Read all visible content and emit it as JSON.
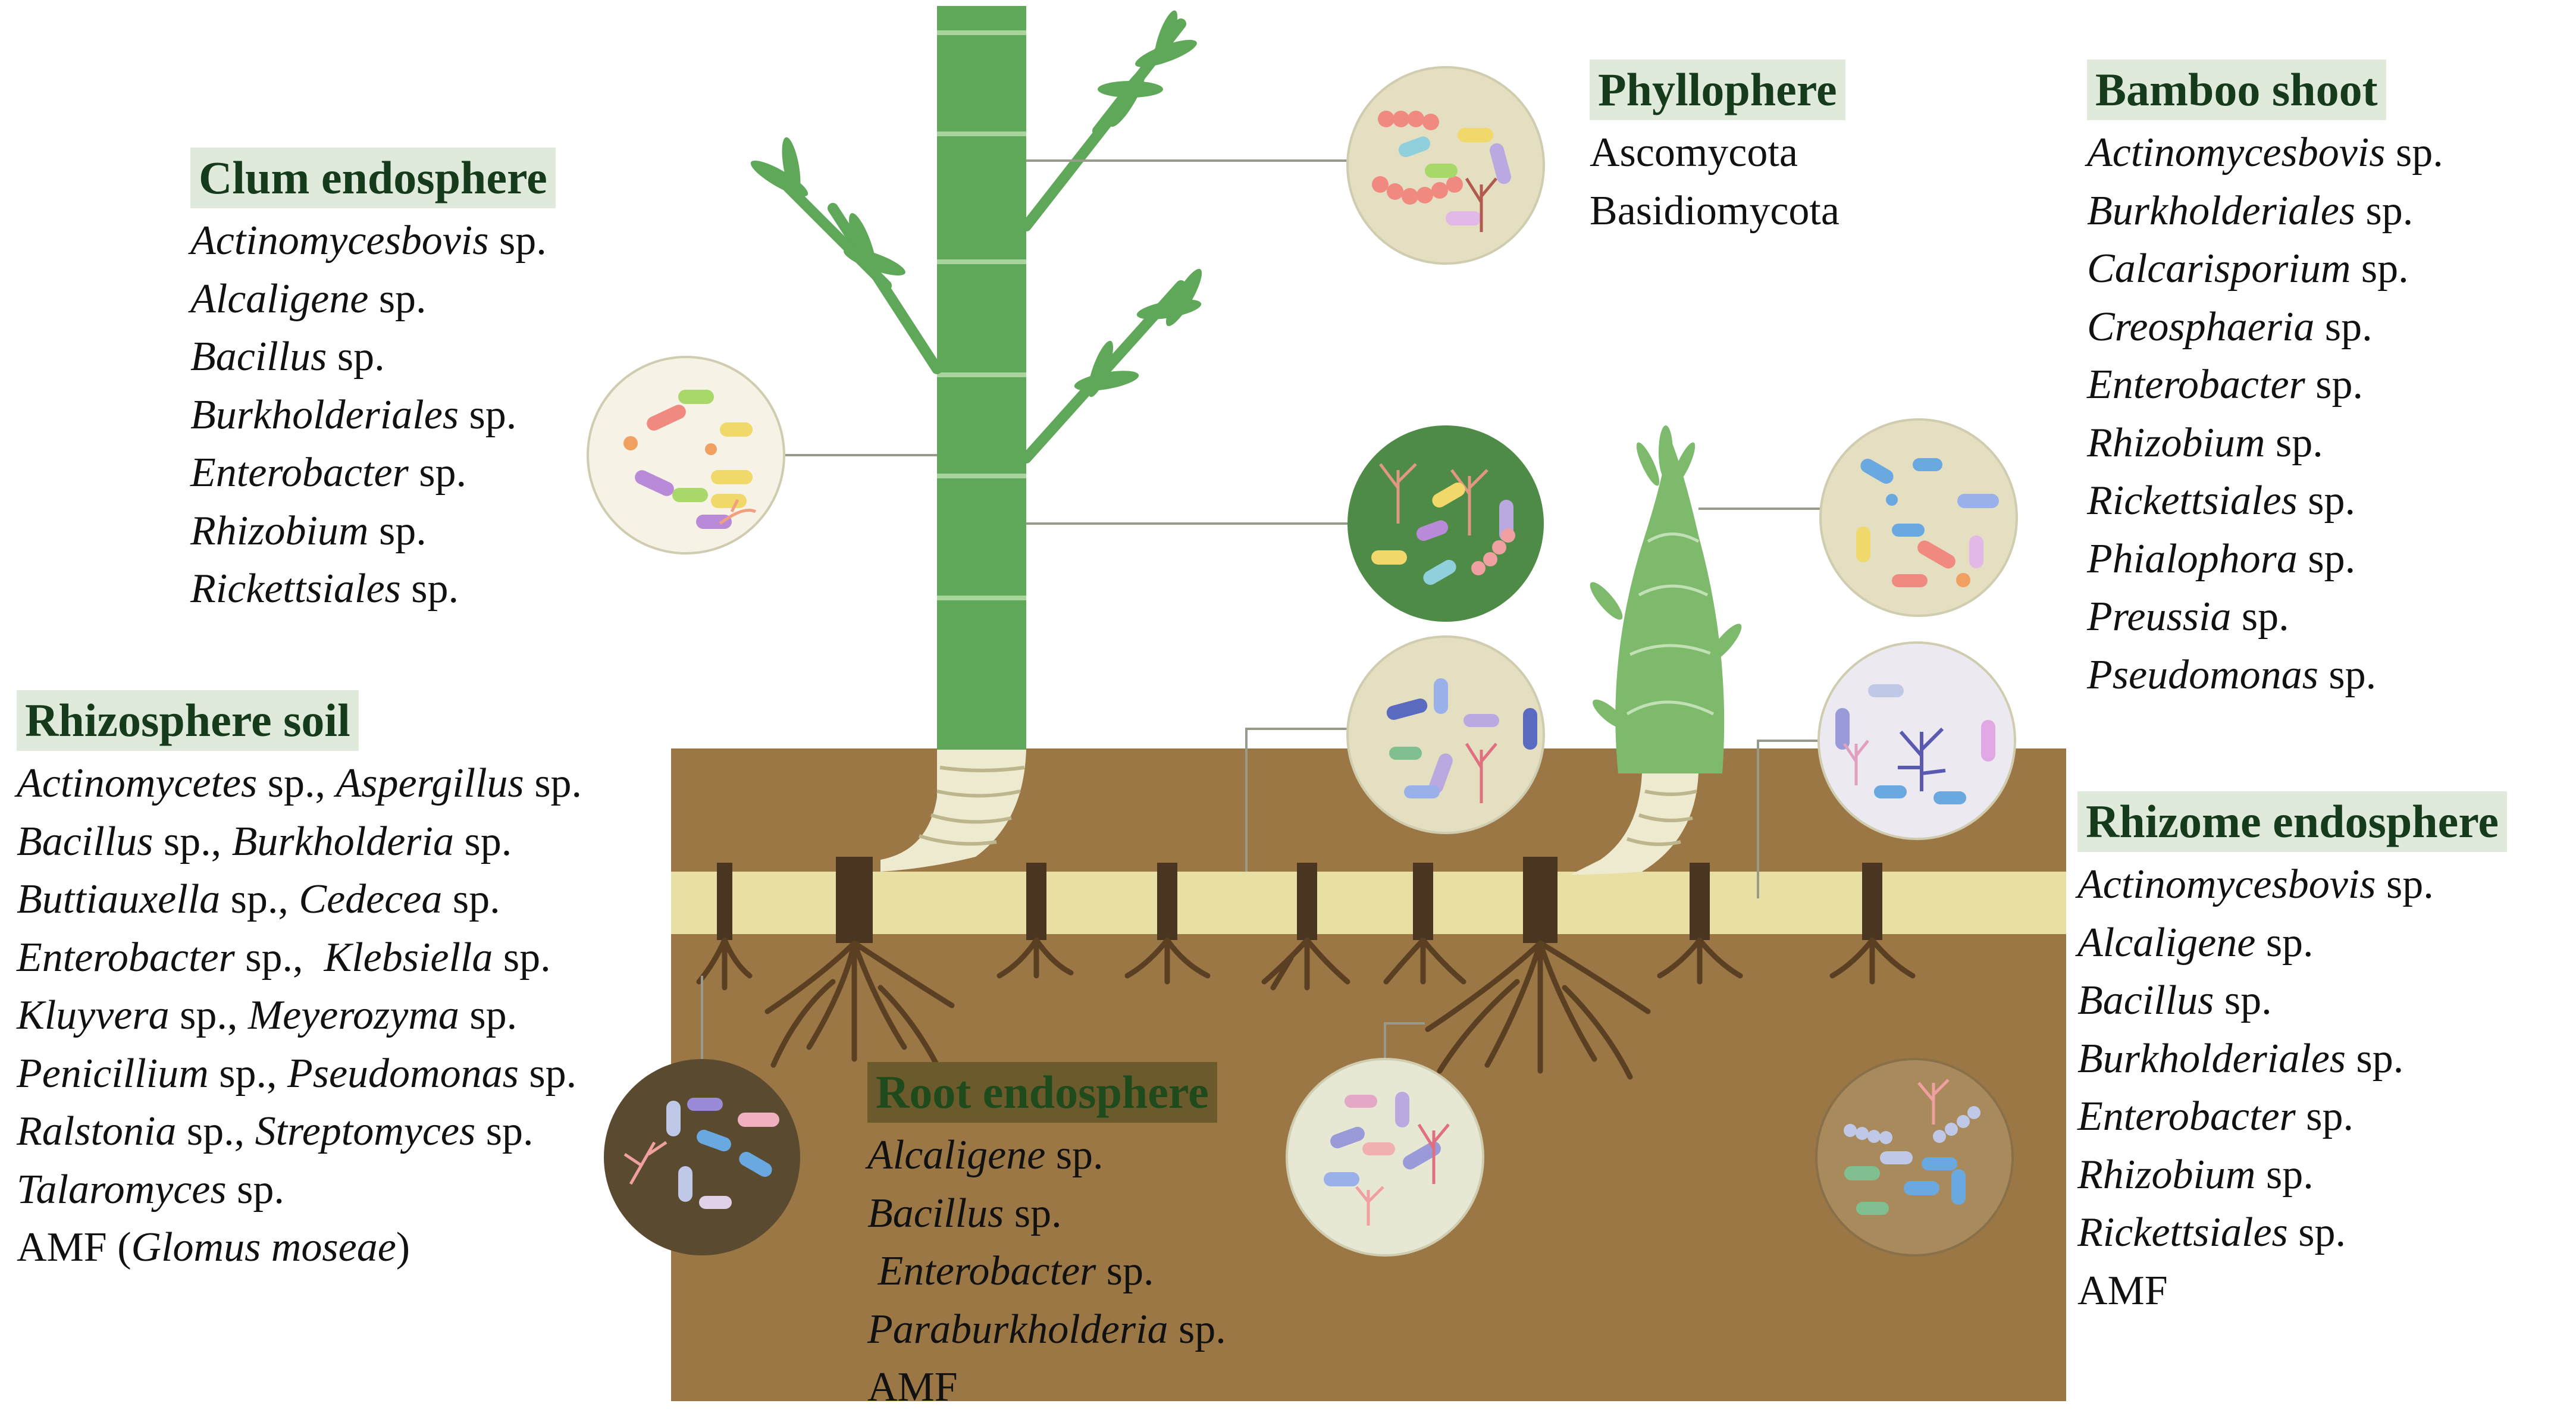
{
  "colors": {
    "soil": "#9a7745",
    "rhizome_band": "#e8dfa4",
    "culm": "#5fa85a",
    "leaf": "#5fa85a",
    "root": "#5a3f22",
    "heading_bg": "#dfeadb",
    "heading_bg_root": "#6b5a2c"
  },
  "groups": [
    {
      "id": "clum-endosphere",
      "title": "Clum endosphere",
      "items": [
        {
          "italic": "Actinomycesbovis",
          "suffix": " sp."
        },
        {
          "italic": "Alcaligene",
          "suffix": " sp."
        },
        {
          "italic": "Bacillus",
          "suffix": " sp."
        },
        {
          "italic": "Burkholderiales",
          "suffix": " sp."
        },
        {
          "italic": "Enterobacter",
          "suffix": " sp."
        },
        {
          "italic": "Rhizobium",
          "suffix": " sp."
        },
        {
          "italic": "Rickettsiales",
          "suffix": " sp."
        }
      ]
    },
    {
      "id": "phyllophere",
      "title": "Phyllophere",
      "items": [
        {
          "plain": "Ascomycota"
        },
        {
          "plain": "Basidiomycota"
        }
      ]
    },
    {
      "id": "bamboo-shoot",
      "title": "Bamboo shoot",
      "items": [
        {
          "italic": "Actinomycesbovis",
          "suffix": " sp."
        },
        {
          "italic": "Burkholderiales",
          "suffix": " sp."
        },
        {
          "italic": "Calcarisporium",
          "suffix": " sp."
        },
        {
          "italic": "Creosphaeria",
          "suffix": " sp."
        },
        {
          "italic": "Enterobacter",
          "suffix": " sp."
        },
        {
          "italic": "Rhizobium",
          "suffix": " sp."
        },
        {
          "italic": "Rickettsiales",
          "suffix": " sp."
        },
        {
          "italic": "Phialophora",
          "suffix": " sp."
        },
        {
          "italic": "Preussia",
          "suffix": " sp."
        },
        {
          "italic": "Pseudomonas",
          "suffix": " sp."
        }
      ]
    },
    {
      "id": "rhizosphere-soil",
      "title": "Rhizosphere soil",
      "items": [
        {
          "italic": "Actinomycetes",
          "suffix": " sp., ",
          "italic2": "Aspergillus",
          "suffix2": " sp."
        },
        {
          "italic": "Bacillus",
          "suffix": " sp., ",
          "italic2": "Burkholderia",
          "suffix2": " sp."
        },
        {
          "italic": "Buttiauxella",
          "suffix": " sp., ",
          "italic2": "Cedecea",
          "suffix2": " sp."
        },
        {
          "italic": "Enterobacter",
          "suffix": " sp.,  ",
          "italic2": "Klebsiella",
          "suffix2": " sp."
        },
        {
          "italic": "Kluyvera",
          "suffix": " sp., ",
          "italic2": "Meyerozyma",
          "suffix2": " sp."
        },
        {
          "italic": "Penicillium",
          "suffix": " sp., ",
          "italic2": "Pseudomonas",
          "suffix2": " sp."
        },
        {
          "italic": "Ralstonia",
          "suffix": " sp., ",
          "italic2": "Streptomyces",
          "suffix2": " sp."
        },
        {
          "italic": "Talaromyces",
          "suffix": " sp."
        },
        {
          "prefix": "AMF (",
          "italic": "Glomus moseae",
          "suffix": ")"
        }
      ]
    },
    {
      "id": "root-endosphere",
      "title": "Root endosphere",
      "items": [
        {
          "italic": "Alcaligene",
          "suffix": " sp."
        },
        {
          "italic": "Bacillus",
          "suffix": " sp."
        },
        {
          "prefix": " ",
          "italic": "Enterobacter",
          "suffix": " sp."
        },
        {
          "italic": "Paraburkholderia",
          "suffix": " sp."
        },
        {
          "plain": "AMF"
        }
      ]
    },
    {
      "id": "rhizome-endosphere",
      "title": "Rhizome endosphere",
      "items": [
        {
          "italic": "Actinomycesbovis",
          "suffix": " sp."
        },
        {
          "italic": "Alcaligene",
          "suffix": " sp."
        },
        {
          "italic": "Bacillus",
          "suffix": " sp."
        },
        {
          "italic": "Burkholderiales",
          "suffix": " sp."
        },
        {
          "italic": "Enterobacter",
          "suffix": " sp."
        },
        {
          "italic": "Rhizobium",
          "suffix": " sp."
        },
        {
          "italic": "Rickettsiales",
          "suffix": " sp."
        },
        {
          "plain": "AMF"
        }
      ]
    }
  ]
}
